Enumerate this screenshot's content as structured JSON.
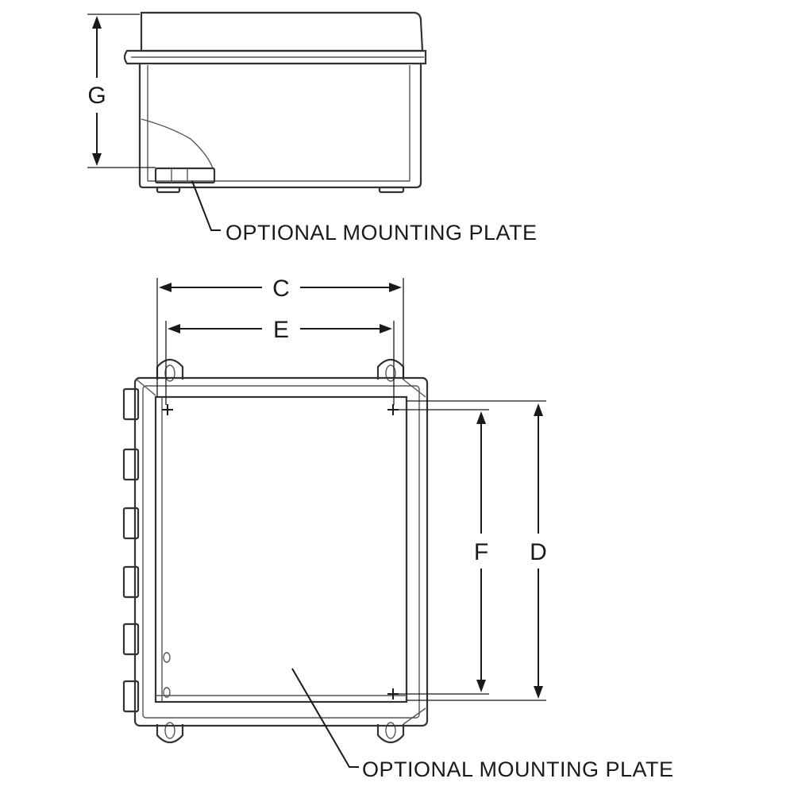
{
  "dimensions": {
    "g": "G",
    "c": "C",
    "e": "E",
    "f": "F",
    "d": "D"
  },
  "callouts": {
    "side_view": "OPTIONAL MOUNTING PLATE",
    "front_view": "OPTIONAL MOUNTING PLATE"
  }
}
